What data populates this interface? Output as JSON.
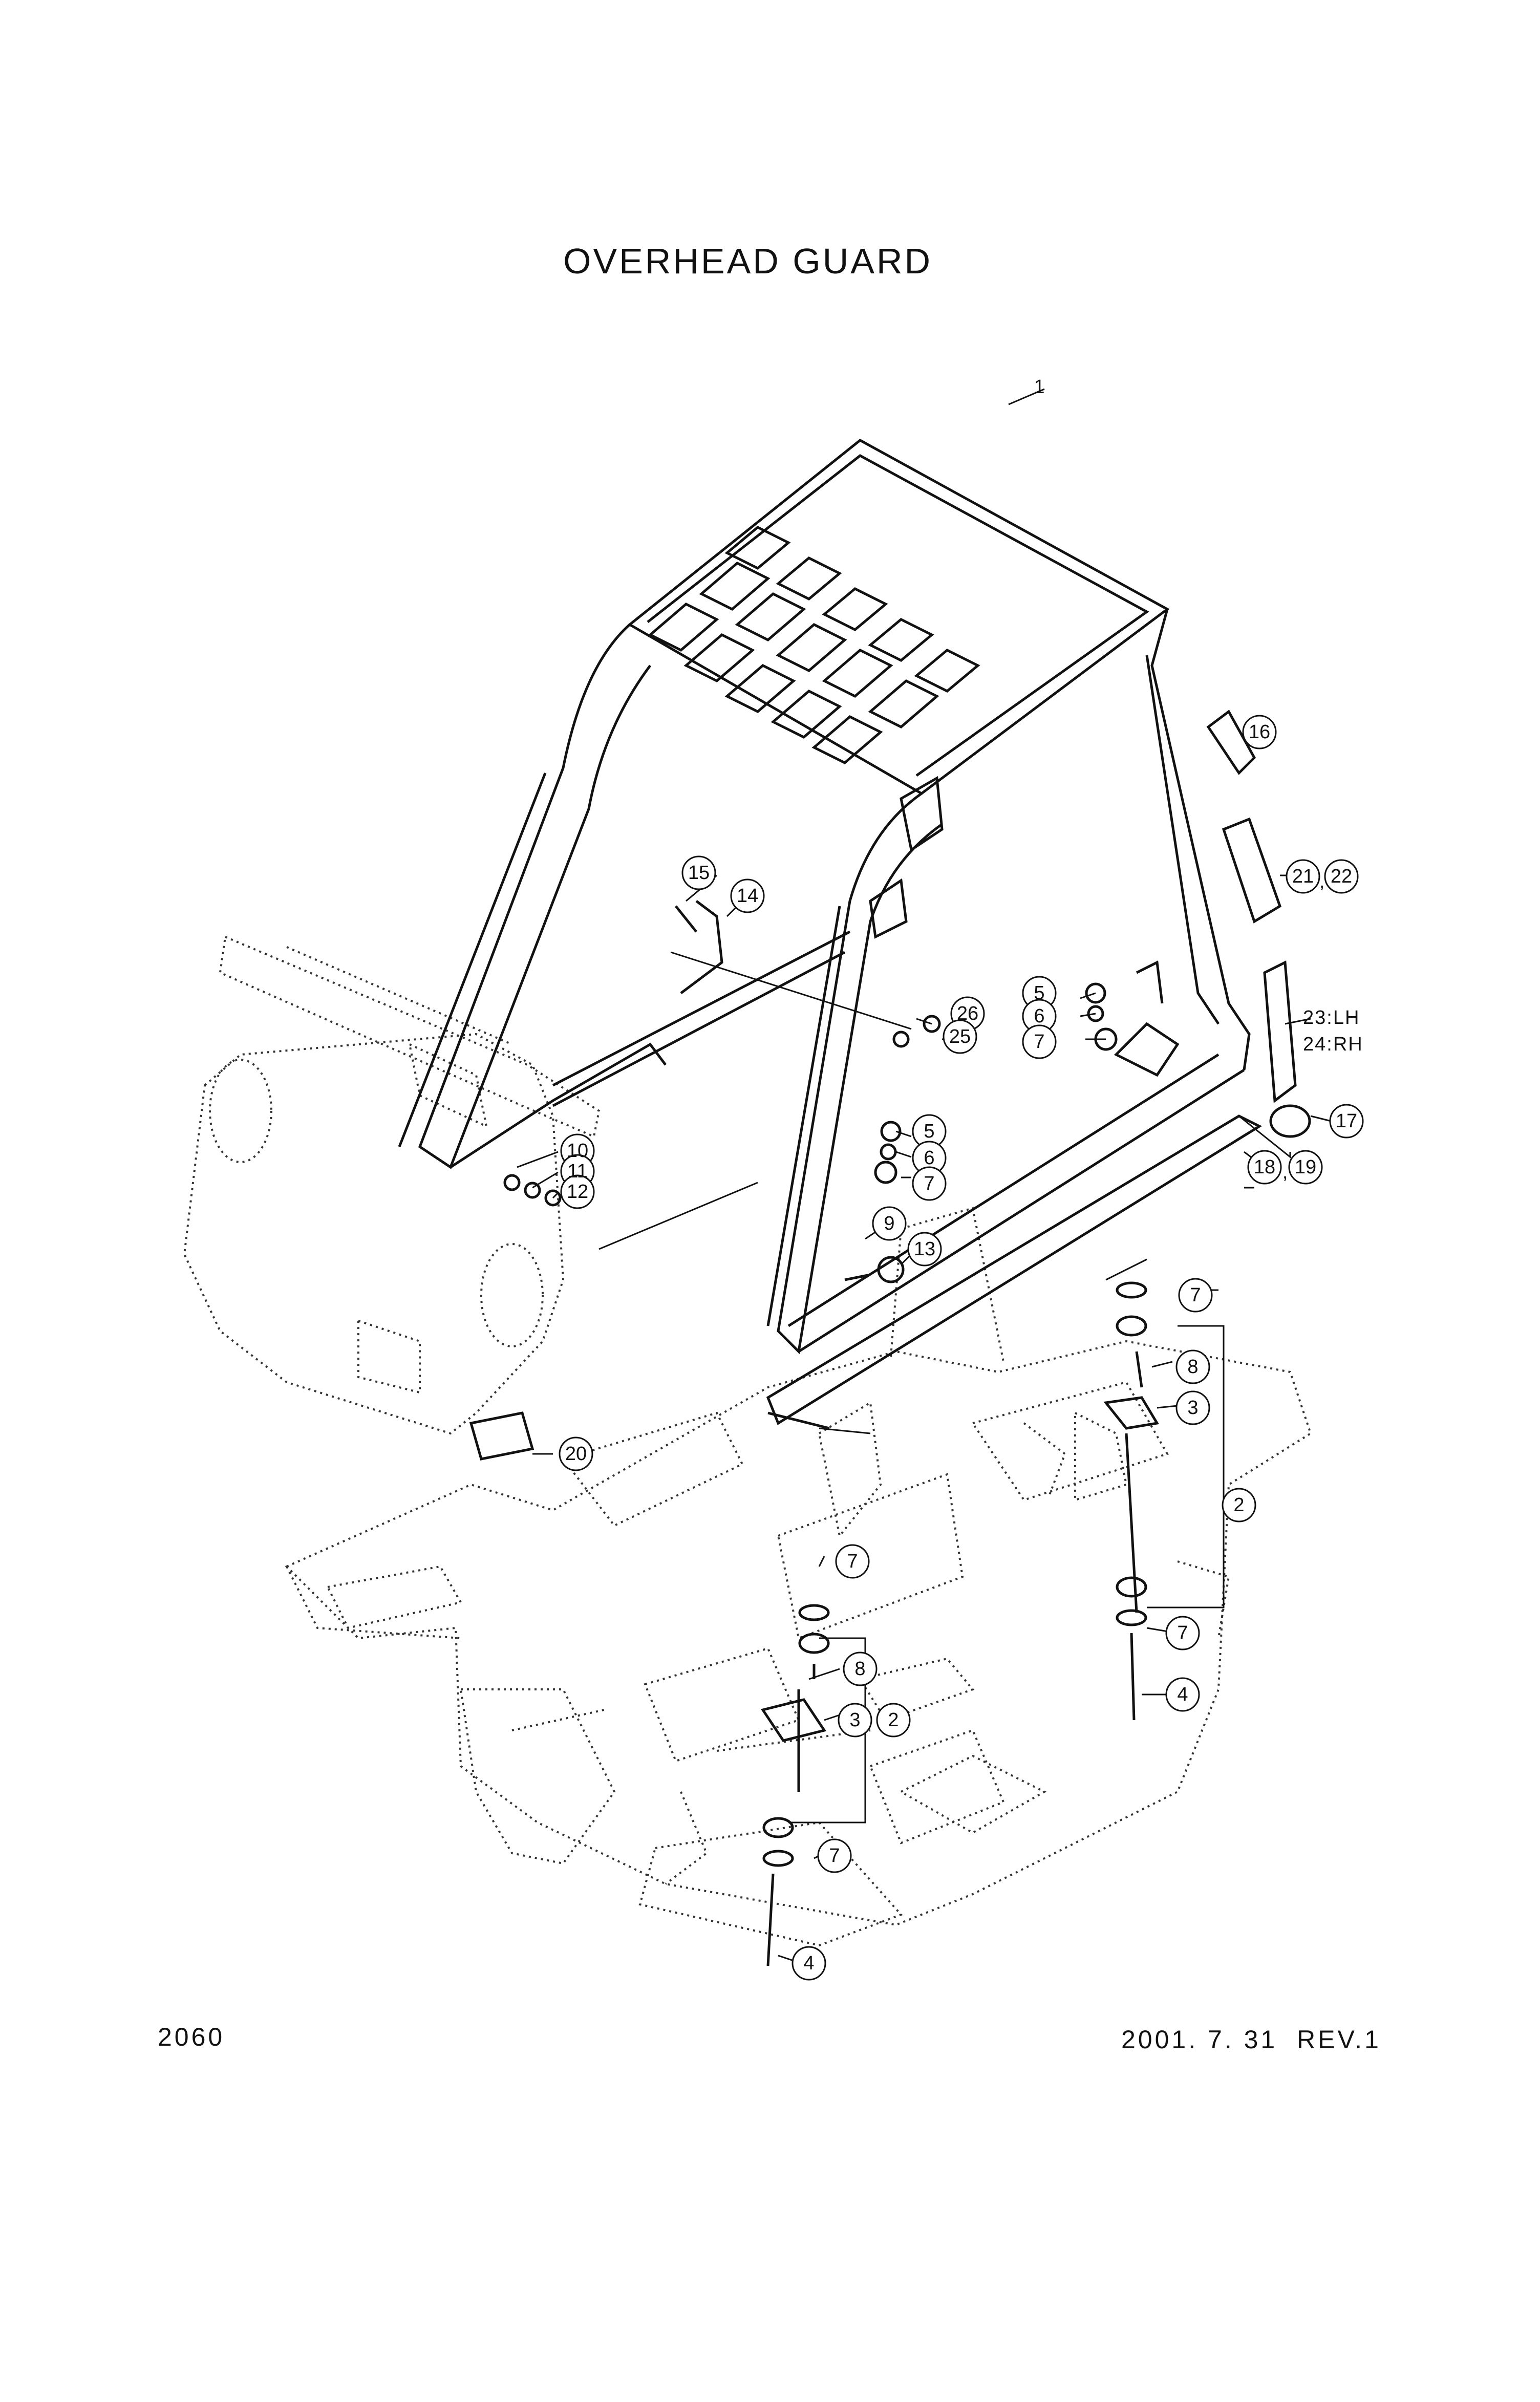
{
  "title": "OVERHEAD GUARD",
  "page_number": "2060",
  "revision": "2001. 7. 31  REV.1",
  "callouts": [
    {
      "label": "1"
    },
    {
      "label": "2"
    },
    {
      "label": "2"
    },
    {
      "label": "3"
    },
    {
      "label": "3"
    },
    {
      "label": "4"
    },
    {
      "label": "4"
    },
    {
      "label": "5"
    },
    {
      "label": "5"
    },
    {
      "label": "6"
    },
    {
      "label": "6"
    },
    {
      "label": "7"
    },
    {
      "label": "7"
    },
    {
      "label": "7"
    },
    {
      "label": "7"
    },
    {
      "label": "7"
    },
    {
      "label": "7"
    },
    {
      "label": "8"
    },
    {
      "label": "8"
    },
    {
      "label": "9"
    },
    {
      "label": "10"
    },
    {
      "label": "11"
    },
    {
      "label": "12"
    },
    {
      "label": "13"
    },
    {
      "label": "14"
    },
    {
      "label": "15"
    },
    {
      "label": "16"
    },
    {
      "label": "17"
    },
    {
      "label": "18"
    },
    {
      "label": "19"
    },
    {
      "label": "20"
    },
    {
      "label": "21"
    },
    {
      "label": "22"
    },
    {
      "label": "25"
    },
    {
      "label": "26"
    }
  ],
  "side_labels": {
    "lh": "23:LH",
    "rh": "24:RH"
  },
  "separator": ","
}
